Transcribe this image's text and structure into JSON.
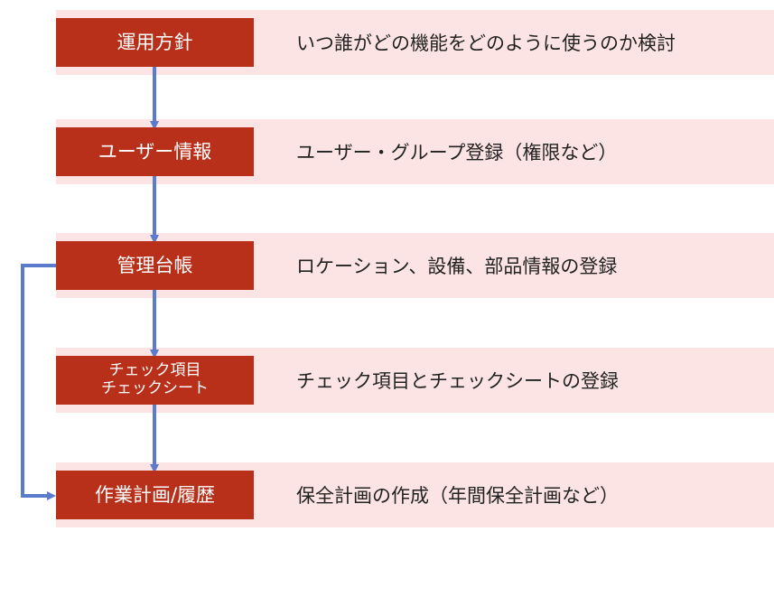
{
  "colors": {
    "step_fill": "#b9301a",
    "band_fill": "#fde4e4",
    "arrow": "#5b7ccc"
  },
  "steps": [
    {
      "label": "運用方針",
      "description": "いつ誰がどの機能をどのように使うのか検討"
    },
    {
      "label": "ユーザー情報",
      "description": "ユーザー・グループ登録（権限など）"
    },
    {
      "label": "管理台帳",
      "description": "ロケーション、設備、部品情報の登録"
    },
    {
      "label_line1": "チェック項目",
      "label_line2": "チェックシート",
      "description": "チェック項目とチェックシートの登録"
    },
    {
      "label": "作業計画/履歴",
      "description": "保全計画の作成（年間保全計画など）"
    }
  ]
}
